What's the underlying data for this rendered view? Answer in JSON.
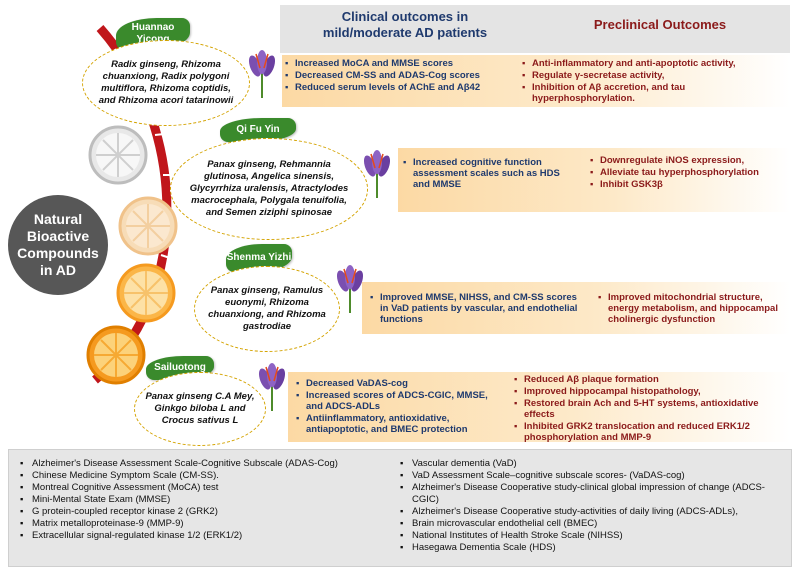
{
  "header": {
    "clinical_title": "Clinical outcomes in mild/moderate AD patients",
    "preclinical_title": "Preclinical Outcomes"
  },
  "center": {
    "label": "Natural Bioactive Compounds in AD"
  },
  "colors": {
    "header_text": "#1f3a6e",
    "clinical_text": "#1f3a6e",
    "preclinical_text": "#8b1a1a",
    "leaf": "#3a8a2c",
    "center_circle": "#575757",
    "arc_red": "#c0161b",
    "band_orange": "#fcd9a4"
  },
  "formulas": [
    {
      "name": "Huannao Yicong",
      "ingredients": "Radix ginseng, Rhizoma chuanxiong, Radix polygoni multiflora, Rhizoma coptidis, and Rhizoma acori tatarinowii",
      "clinical": [
        "Increased MoCA and MMSE scores",
        "Decreased CM-SS and ADAS-Cog scores",
        "Reduced serum levels of AChE and Aβ42"
      ],
      "preclinical": [
        "Anti-inflammatory and anti-apoptotic activity,",
        "Regulate γ-secretase activity,",
        "Inhibition of Aβ accretion, and tau hyperphosphorylation."
      ]
    },
    {
      "name": "Qi Fu Yin",
      "ingredients": "Panax ginseng, Rehmannia glutinosa, Angelica sinensis, Glycyrrhiza uralensis, Atractylodes macrocephala, Polygala tenuifolia, and Semen ziziphi spinosae",
      "clinical": [
        "Increased cognitive function assessment scales such as HDS and MMSE"
      ],
      "preclinical": [
        "Downregulate iNOS expression,",
        "Alleviate tau hyperphosphorylation",
        "Inhibit GSK3β"
      ]
    },
    {
      "name": "Shenma Yizhi",
      "ingredients": "Panax ginseng, Ramulus euonymi, Rhizoma chuanxiong, and Rhizoma gastrodiae",
      "clinical": [
        "Improved MMSE, NIHSS, and CM-SS scores in VaD patients by vascular, and endothelial functions"
      ],
      "preclinical": [
        "Improved mitochondrial structure, energy metabolism, and hippocampal cholinergic dysfunction"
      ]
    },
    {
      "name": "Sailuotong",
      "ingredients": "Panax ginseng C.A Mey, Ginkgo biloba L and Crocus sativus L",
      "clinical": [
        "Decreased VaDAS-cog",
        "Increased scores of ADCS-CGIC, MMSE, and ADCS-ADLs",
        "Antiinflammatory, antioxidative, antiapoptotic, and BMEC protection"
      ],
      "preclinical": [
        "Reduced Aβ plaque formation",
        "Improved hippocampal histopathology,",
        "Restored brain Ach and 5-HT systems, antioxidative effects",
        "Inhibited GRK2 translocation and reduced ERK1/2 phosphorylation and MMP-9"
      ]
    }
  ],
  "glossary": {
    "left": [
      "Alzheimer's Disease Assessment Scale-Cognitive Subscale (ADAS-Cog)",
      "Chinese Medicine Symptom Scale (CM-SS).",
      "Montreal Cognitive Assessment (MoCA) test",
      "Mini-Mental State Exam (MMSE)",
      "G protein-coupled receptor kinase 2 (GRK2)",
      "Matrix metalloproteinase-9 (MMP-9)",
      "Extracellular signal-regulated kinase 1/2 (ERK1/2)"
    ],
    "right": [
      "Vascular dementia (VaD)",
      "VaD Assessment Scale–cognitive subscale scores- (VaDAS-cog)",
      "Alzheimer's Disease Cooperative study-clinical global impression of change (ADCS-CGIC)",
      "Alzheimer's Disease Cooperative study-activities of daily living (ADCS-ADLs),",
      "Brain microvascular endothelial cell (BMEC)",
      "National Institutes of Health Stroke Scale (NIHSS)",
      "Hasegawa Dementia Scale (HDS)"
    ]
  }
}
